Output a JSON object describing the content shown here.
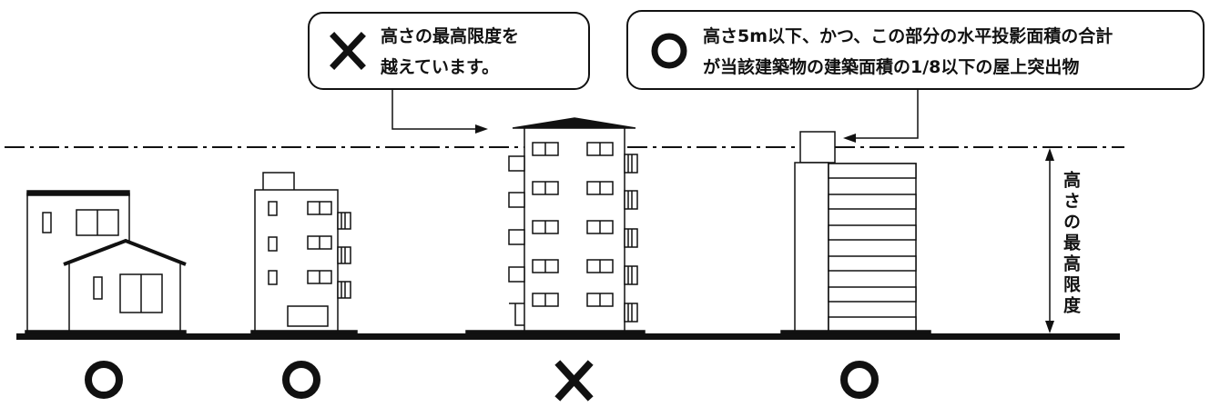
{
  "callouts": {
    "exceeds": {
      "mark": "✕",
      "line1": "高さの最高限度を",
      "line2": "越えています。"
    },
    "rooftop": {
      "mark": "○",
      "line1": "高さ5m以下、かつ、この部分の水平投影面積の合計",
      "line2": "が当該建築物の建築面積の1/8以下の屋上突出物"
    }
  },
  "height_label": "高さの最高限度",
  "results": [
    {
      "mark": "○",
      "verdict": "ok"
    },
    {
      "mark": "○",
      "verdict": "ok"
    },
    {
      "mark": "✕",
      "verdict": "ng"
    },
    {
      "mark": "○",
      "verdict": "ok"
    }
  ],
  "colors": {
    "line": "#111111",
    "building_fill": "#ffffff",
    "background": "#ffffff"
  }
}
